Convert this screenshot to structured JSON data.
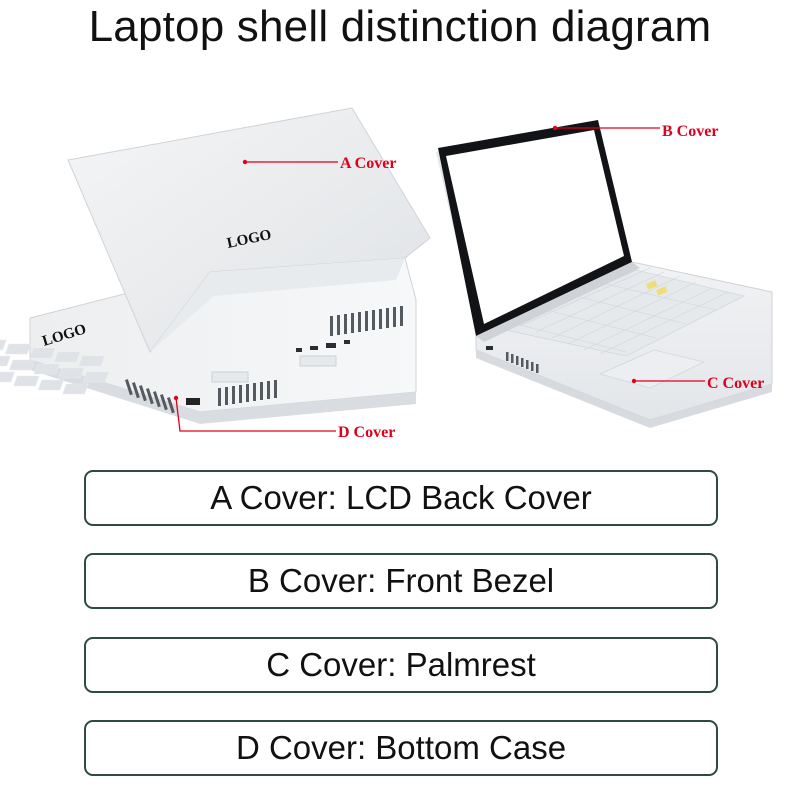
{
  "title": "Laptop shell distinction diagram",
  "illustrations": {
    "left_laptop": {
      "lid_logo": "LOGO",
      "base_logo": "LOGO"
    },
    "callouts": {
      "a": "A Cover",
      "b": "B Cover",
      "c": "C Cover",
      "d": "D Cover"
    },
    "callout_color": "#e0001b"
  },
  "legend": [
    {
      "text": "A Cover: LCD Back Cover"
    },
    {
      "text": "B Cover: Front Bezel"
    },
    {
      "text": "C Cover: Palmrest"
    },
    {
      "text": "D Cover: Bottom Case"
    }
  ],
  "box_border_color": "#2f4a45"
}
